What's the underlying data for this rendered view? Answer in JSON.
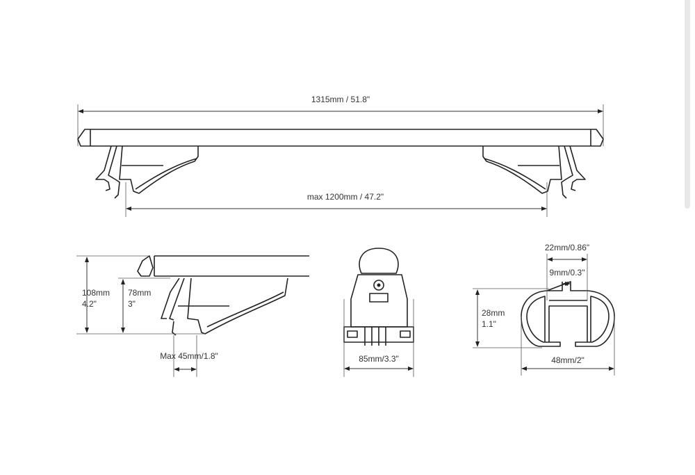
{
  "top_view": {
    "overall_length": "1315mm / 51.8\"",
    "max_foot_span": "max 1200mm / 47.2\""
  },
  "side_view": {
    "total_height_mm": "108mm",
    "total_height_in": "4.2\"",
    "foot_height_mm": "78mm",
    "foot_height_in": "3\"",
    "max_clamp": "Max 45mm/1.8\""
  },
  "front_view": {
    "foot_width": "85mm/3.3\""
  },
  "profile_view": {
    "slot_outer": "22mm/0.86\"",
    "slot_inner": "9mm/0.3\"",
    "height_mm": "28mm",
    "height_in": "1.1\"",
    "width": "48mm/2\""
  }
}
